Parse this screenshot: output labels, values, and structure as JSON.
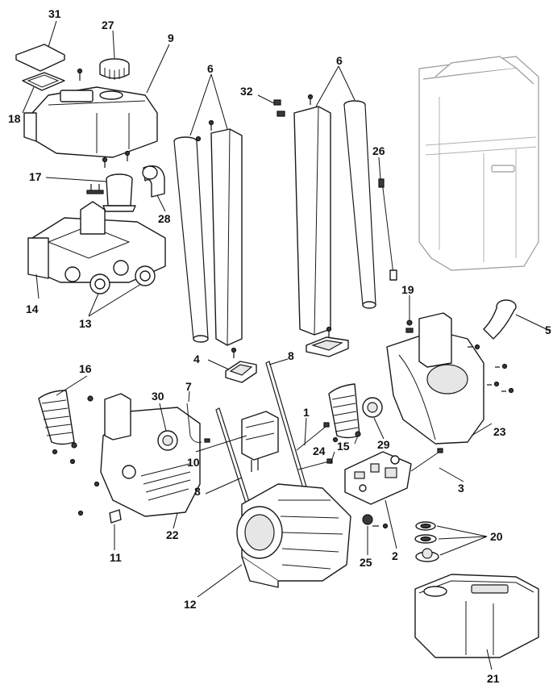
{
  "diagram": {
    "callouts": {
      "c1": "1",
      "c2": "2",
      "c3": "3",
      "c4": "4",
      "c5": "5",
      "c6a": "6",
      "c6b": "6",
      "c7": "7",
      "c8a": "8",
      "c8b": "8",
      "c9": "9",
      "c10": "10",
      "c11": "11",
      "c12": "12",
      "c13": "13",
      "c14": "14",
      "c15": "15",
      "c16": "16",
      "c17": "17",
      "c18": "18",
      "c19": "19",
      "c20": "20",
      "c21": "21",
      "c22": "22",
      "c23": "23",
      "c24": "24",
      "c25": "25",
      "c26": "26",
      "c27": "27",
      "c28": "28",
      "c29": "29",
      "c30": "30",
      "c31": "31",
      "c32": "32"
    },
    "colors": {
      "line": "#1a1a1a",
      "ghost": "#9a9a9a",
      "background": "#ffffff"
    }
  }
}
